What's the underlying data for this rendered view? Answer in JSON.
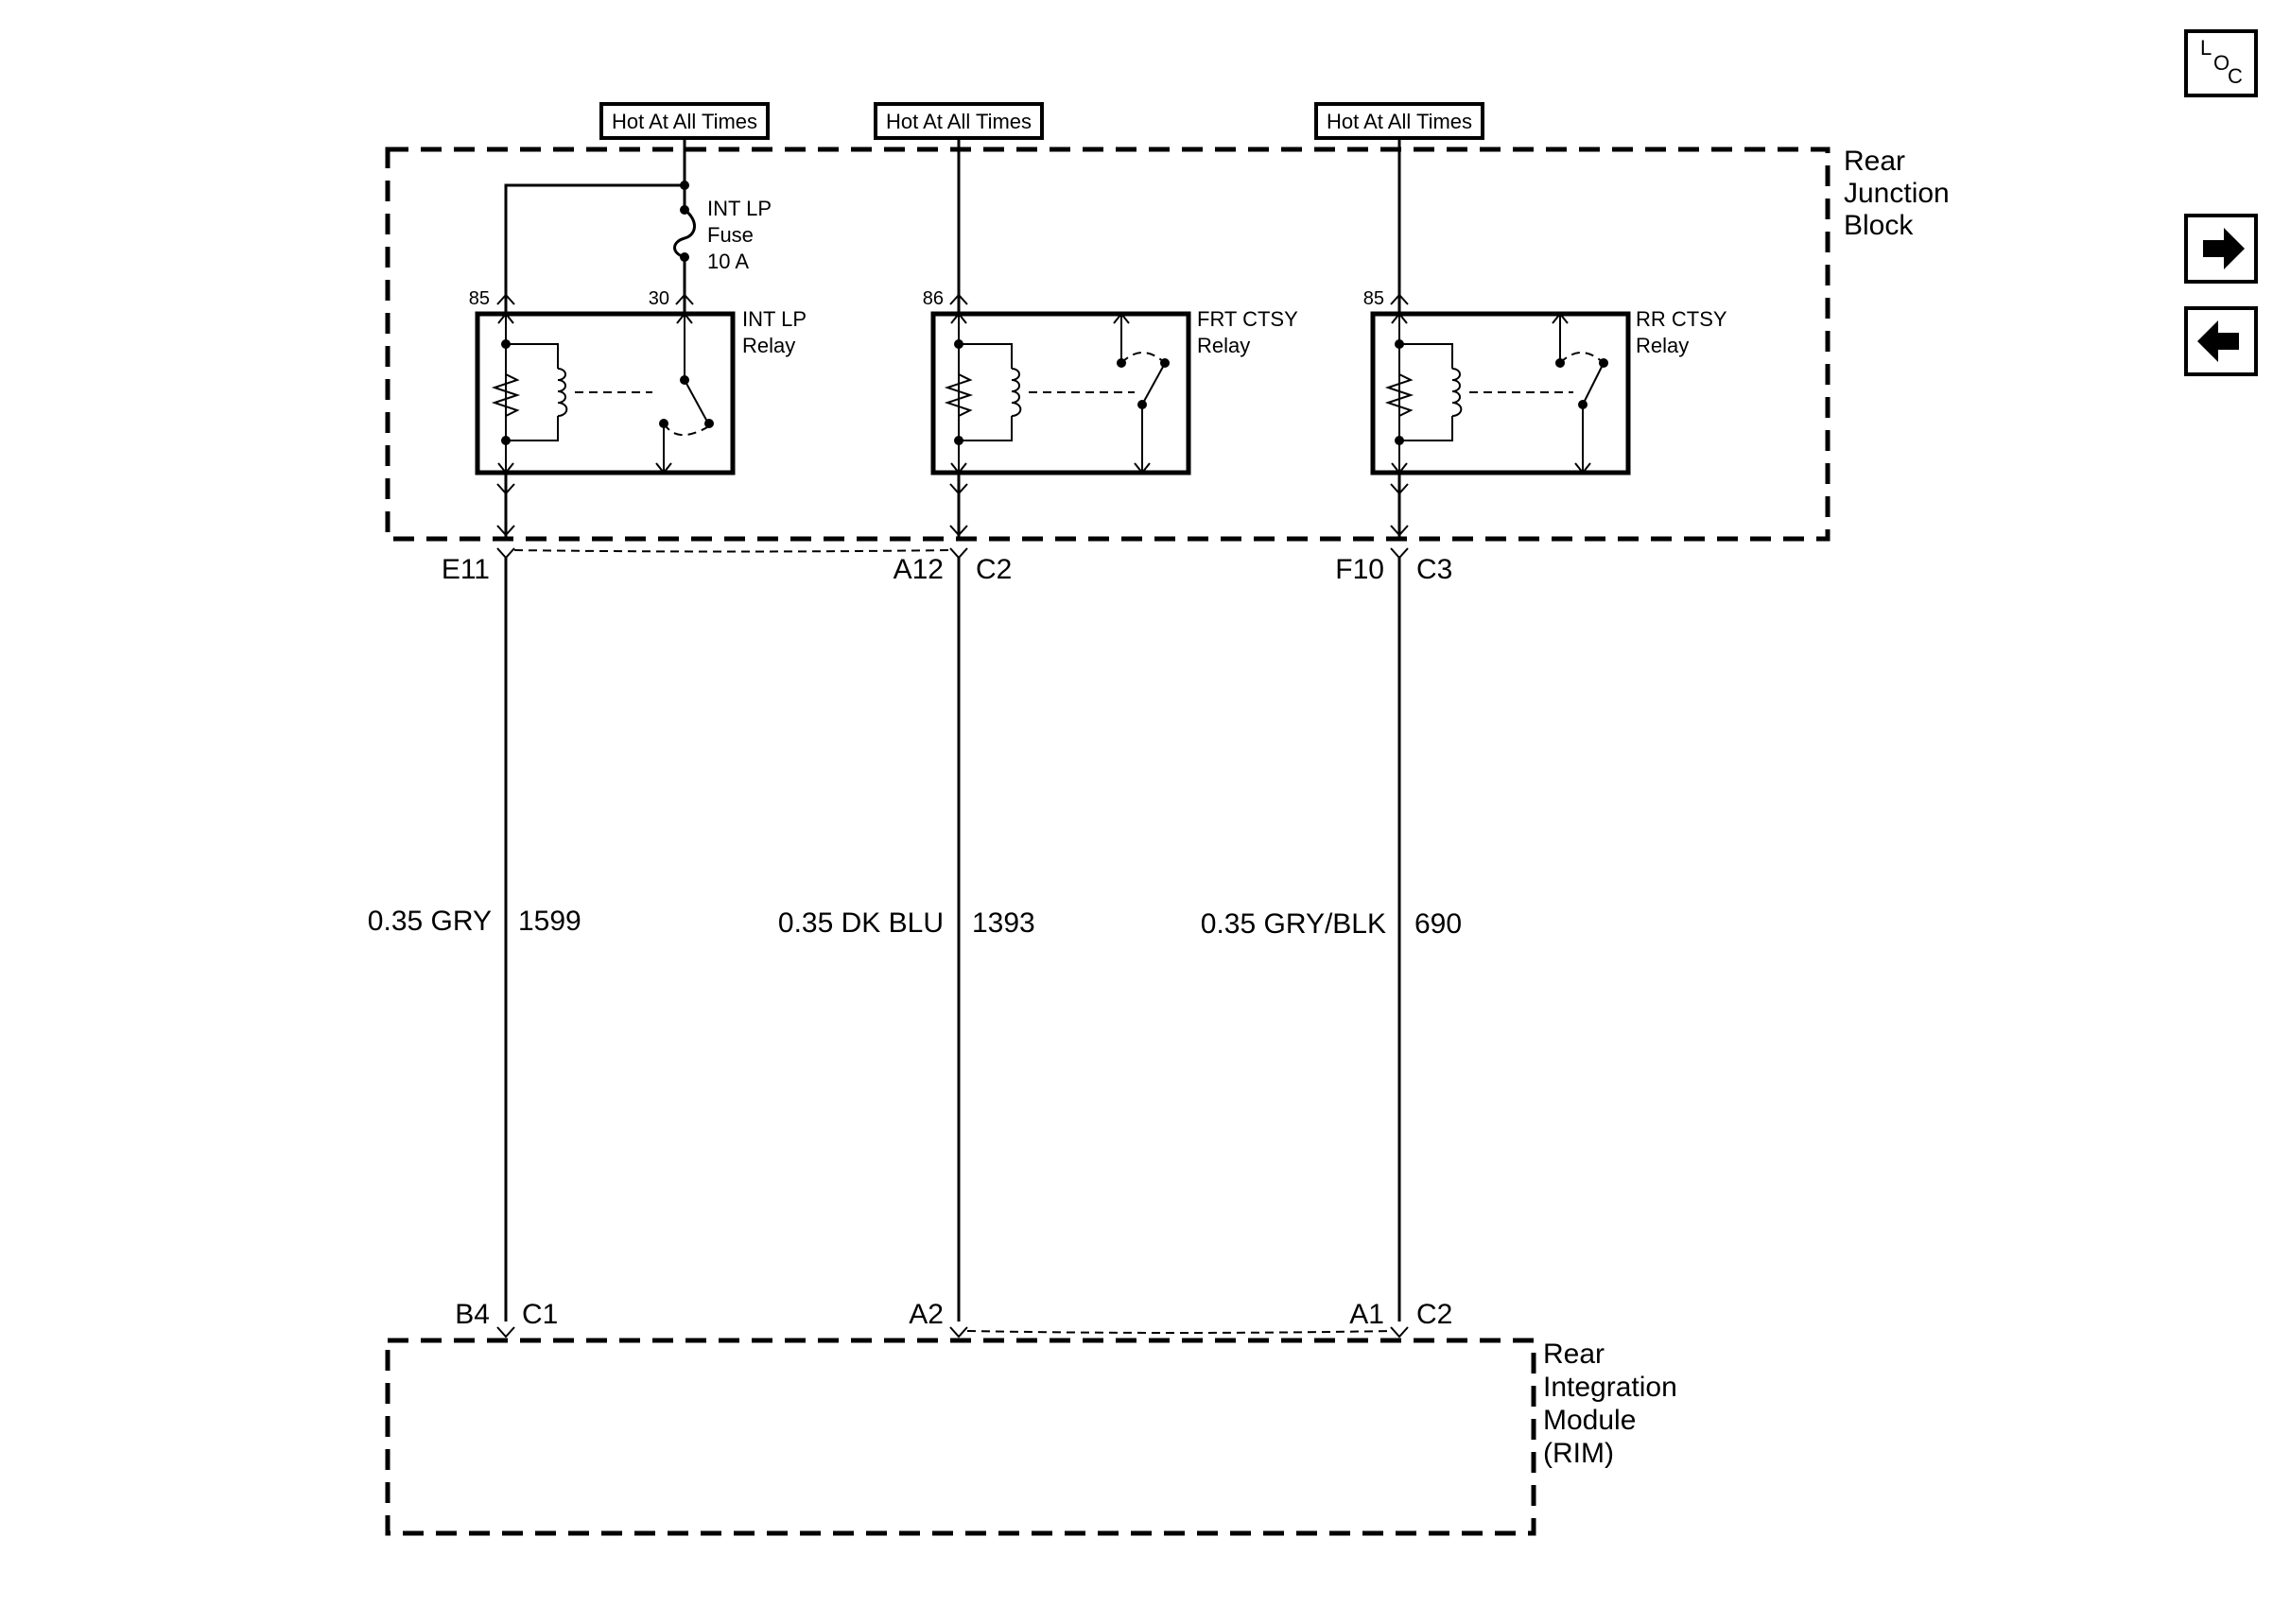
{
  "loc_button": {
    "main": "L",
    "sub1": "O",
    "sub2": "C"
  },
  "nav": {
    "next_icon": "arrow-right-icon",
    "prev_icon": "arrow-left-icon"
  },
  "rear_junction_block": {
    "line1": "Rear",
    "line2": "Junction",
    "line3": "Block"
  },
  "rim": {
    "line1": "Rear",
    "line2": "Integration",
    "line3": "Module",
    "line4": "(RIM)"
  },
  "circuits": [
    {
      "power_label": "Hot At All Times",
      "fuse": {
        "line1": "INT LP",
        "line2": "Fuse",
        "line3": "10 A"
      },
      "relay": {
        "line1": "INT LP",
        "line2": "Relay"
      },
      "pin_left": "85",
      "pin_right": "30",
      "jb_connector": "E11",
      "jb_connector_id": "",
      "wire_color": "0.35 GRY",
      "circuit_number": "1599",
      "rim_pin": "B4",
      "rim_connector": "C1"
    },
    {
      "power_label": "Hot At All Times",
      "relay": {
        "line1": "FRT CTSY",
        "line2": "Relay"
      },
      "pin_left": "86",
      "jb_connector": "A12",
      "jb_connector_id": "C2",
      "wire_color": "0.35 DK BLU",
      "circuit_number": "1393",
      "rim_pin": "A2",
      "rim_connector": ""
    },
    {
      "power_label": "Hot At All Times",
      "relay": {
        "line1": "RR CTSY",
        "line2": "Relay"
      },
      "pin_left": "85",
      "jb_connector": "F10",
      "jb_connector_id": "C3",
      "wire_color": "0.35 GRY/BLK",
      "circuit_number": "690",
      "rim_pin": "A1",
      "rim_connector": "C2"
    }
  ]
}
